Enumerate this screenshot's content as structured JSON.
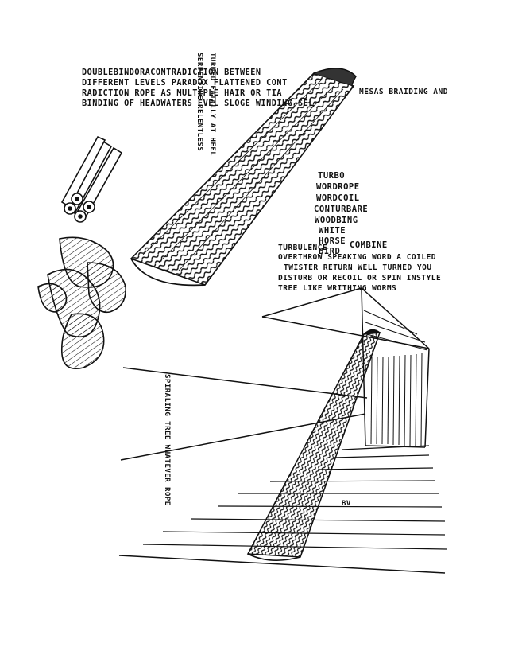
{
  "palette": {
    "ink": "#111111",
    "paper": "#ffffff"
  },
  "top_text": {
    "line1": "DOUBLEBINDORACONTRADICTION BETWEEN",
    "line2": "DIFFERENT LEVELS PARADOX FLATTENED CONT",
    "line3": "RADICTION ROPE AS MULTIPLE HAIR OR TIA",
    "line4": "BINDING OF HEADWATERS EVEL SLOGE WINDING SEL",
    "vertical_a": "TURNED FATALLY AT HEEL",
    "vertical_b": "SERPENTINE RELENTLESS",
    "right": "MESAS BRAIDING AND"
  },
  "word_list": {
    "items": [
      "TURBO",
      "WORDROPE",
      "WORDCOIL",
      "CONTURBARE",
      "WOODBING",
      "WHITE",
      "HORSE",
      "BIRD",
      "COMBINE"
    ],
    "phrase1": "TURBULENCE",
    "phrase2": "OVERTHROW SPEAKING WORD A COILED",
    "phrase3": "TWISTER RETURN WELL TURNED YOU",
    "phrase4": "DISTURB OR RECOIL OR SPIN INSTYLE",
    "phrase5": "TREE LIKE WRITHING WORMS"
  },
  "lower_text": {
    "vertical": "SPIRALING TREE WHATEVER ROPE"
  },
  "monogram": "BV"
}
